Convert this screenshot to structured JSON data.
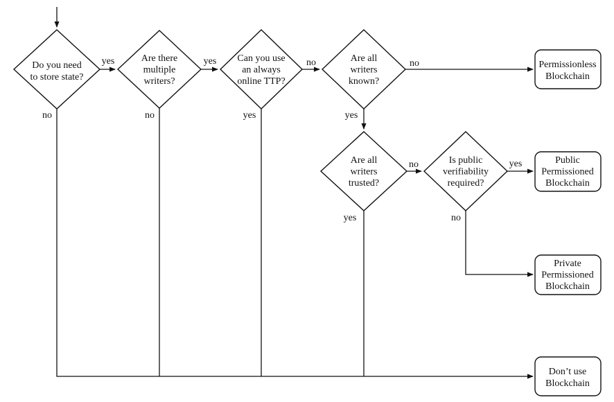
{
  "meta": {
    "title": "Do you need a Blockchain? decision flowchart"
  },
  "colors": {
    "stroke": "#121212",
    "text": "#121212",
    "background": "#ffffff",
    "node_fill": "#ffffff"
  },
  "nodes": {
    "store_state": {
      "shape": "diamond",
      "lines": [
        "Do you need",
        "to store state?"
      ]
    },
    "multiple_writers": {
      "shape": "diamond",
      "lines": [
        "Are there",
        "multiple",
        "writers?"
      ]
    },
    "online_ttp": {
      "shape": "diamond",
      "lines": [
        "Can you use",
        "an always",
        "online TTP?"
      ]
    },
    "writers_known": {
      "shape": "diamond",
      "lines": [
        "Are all",
        "writers",
        "known?"
      ]
    },
    "writers_trusted": {
      "shape": "diamond",
      "lines": [
        "Are all",
        "writers",
        "trusted?"
      ]
    },
    "public_verifiability": {
      "shape": "diamond",
      "lines": [
        "Is public",
        "verifiability",
        "required?"
      ]
    },
    "permissionless": {
      "shape": "rounded-box",
      "lines": [
        "Permissionless",
        "Blockchain"
      ]
    },
    "public_permissioned": {
      "shape": "rounded-box",
      "lines": [
        "Public",
        "Permissioned",
        "Blockchain"
      ]
    },
    "private_permissioned": {
      "shape": "rounded-box",
      "lines": [
        "Private",
        "Permissioned",
        "Blockchain"
      ]
    },
    "dont_use": {
      "shape": "rounded-box",
      "lines": [
        "Don’t use",
        "Blockchain"
      ]
    }
  },
  "edge_labels": {
    "store_state_yes": "yes",
    "store_state_no": "no",
    "multiple_writers_yes": "yes",
    "multiple_writers_no": "no",
    "online_ttp_no": "no",
    "online_ttp_yes": "yes",
    "writers_known_no": "no",
    "writers_known_yes": "yes",
    "writers_trusted_no": "no",
    "writers_trusted_yes": "yes",
    "public_verifiability_yes": "yes",
    "public_verifiability_no": "no"
  }
}
